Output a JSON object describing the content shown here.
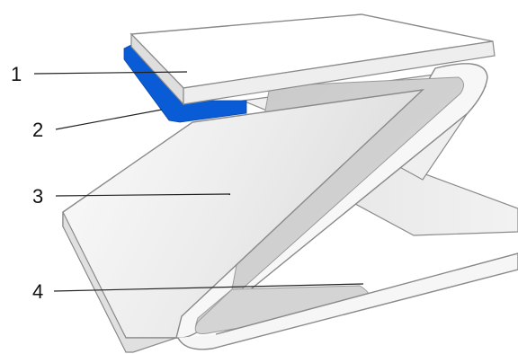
{
  "callouts": [
    {
      "id": "1",
      "label": "1"
    },
    {
      "id": "2",
      "label": "2"
    },
    {
      "id": "3",
      "label": "3"
    },
    {
      "id": "4",
      "label": "4"
    }
  ],
  "colors": {
    "background": "#ffffff",
    "outline": "#8a8a8a",
    "panel_light": "#f4f4f4",
    "panel_shade": "#cfcfcf",
    "adhesive_blue": "#0a5bd6",
    "top_plate_face": "#ffffff",
    "top_plate_edge": "#e2e2e2"
  }
}
